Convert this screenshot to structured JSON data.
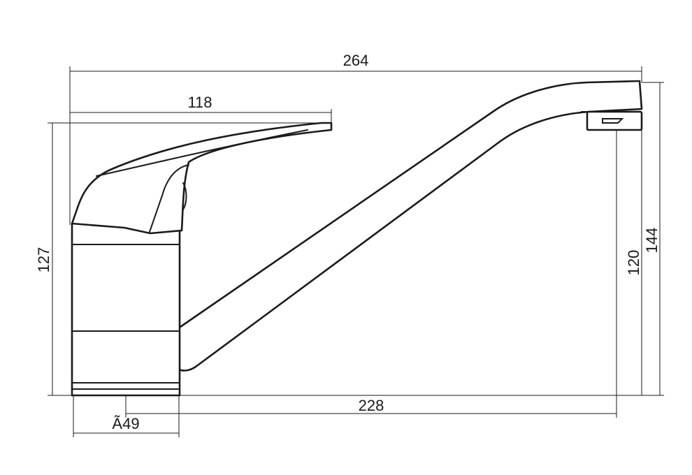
{
  "dimensions": {
    "overall_width": "264",
    "lever_length": "118",
    "base_height": "127",
    "spout_reach": "228",
    "base_diameter": "Ã49",
    "outlet_height": "120",
    "overall_height": "144"
  }
}
